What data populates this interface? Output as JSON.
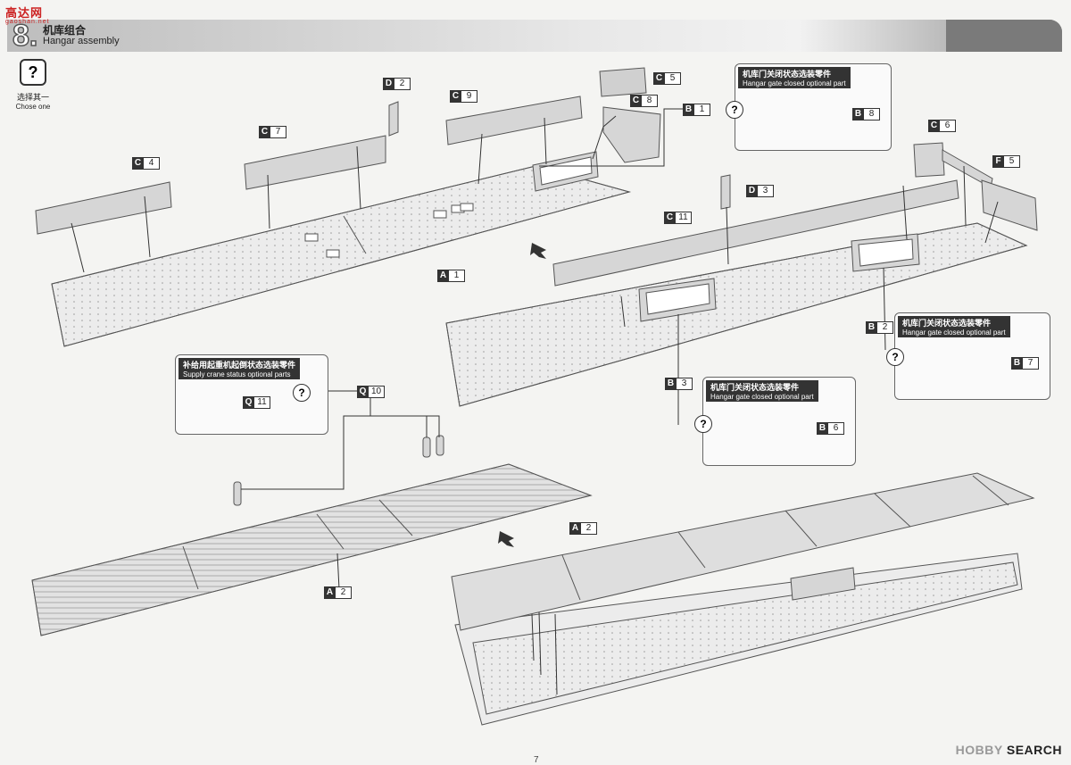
{
  "watermark": {
    "text": "高达网",
    "sub": "gaoshan.net"
  },
  "step": {
    "number": "8.",
    "title_cn": "机库组合",
    "title_en": "Hangar assembly"
  },
  "choose_one": {
    "cn": "选择其一",
    "en": "Chose one"
  },
  "parts": {
    "c4": {
      "k": "C",
      "v": "4"
    },
    "c7": {
      "k": "C",
      "v": "7"
    },
    "d2": {
      "k": "D",
      "v": "2"
    },
    "c9": {
      "k": "C",
      "v": "9"
    },
    "c5": {
      "k": "C",
      "v": "5"
    },
    "c8": {
      "k": "C",
      "v": "8"
    },
    "b1": {
      "k": "B",
      "v": "1"
    },
    "b8": {
      "k": "B",
      "v": "8"
    },
    "c6": {
      "k": "C",
      "v": "6"
    },
    "f5": {
      "k": "F",
      "v": "5"
    },
    "d3": {
      "k": "D",
      "v": "3"
    },
    "c11": {
      "k": "C",
      "v": "11"
    },
    "a1": {
      "k": "A",
      "v": "1"
    },
    "b2": {
      "k": "B",
      "v": "2"
    },
    "b7": {
      "k": "B",
      "v": "7"
    },
    "b3": {
      "k": "B",
      "v": "3"
    },
    "b6": {
      "k": "B",
      "v": "6"
    },
    "q11": {
      "k": "Q",
      "v": "11"
    },
    "q10": {
      "k": "Q",
      "v": "10"
    },
    "a2_left": {
      "k": "A",
      "v": "2"
    },
    "a2_right": {
      "k": "A",
      "v": "2"
    }
  },
  "notes": {
    "gate_b8": {
      "cn": "机库门关闭状态选装零件",
      "en": "Hangar gate closed optional part"
    },
    "gate_b7": {
      "cn": "机库门关闭状态选装零件",
      "en": "Hangar gate closed optional part"
    },
    "gate_b6": {
      "cn": "机库门关闭状态选装零件",
      "en": "Hangar gate closed optional part"
    },
    "crane": {
      "cn": "补给用起重机起倒状态选装零件",
      "en": "Supply crane status optional parts"
    }
  },
  "question_mark": "?",
  "footer": {
    "brand": "HOBBY",
    "brand2": "SEARCH"
  },
  "page_number": "7",
  "colors": {
    "part_fill": "#d6d6d6",
    "line": "#555555",
    "deck": "#e9e9e9"
  }
}
